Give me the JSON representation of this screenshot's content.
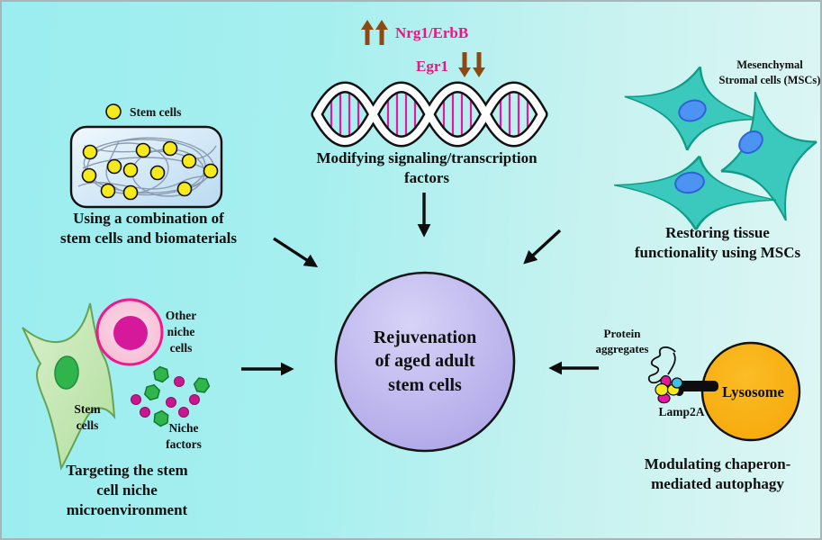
{
  "colors": {
    "background_left": "#9BEDEF",
    "background_right": "#DDF6F4",
    "accent_pink": "#EC1582",
    "arrow_brown": "#8C4A12",
    "dna_rung_magenta": "#E6199B",
    "stem_cell_yellow": "#F6EA1C",
    "msc_teal": "#3BC9BE",
    "nucleus_blue": "#4D94F2",
    "niche_green": "#2FB54C",
    "niche_magenta": "#C9188F",
    "lysosome_orange": "#F9AC06",
    "center_circle_purple": "#B3AAE9"
  },
  "top_center": {
    "up_arrows_icon": "double-up-arrow",
    "up_label": "Nrg1/ErbB",
    "down_label": "Egr1",
    "down_arrows_icon": "double-down-arrow",
    "dna_icon": "dna-double-helix",
    "caption": "Modifying signaling/transcription\nfactors"
  },
  "top_left": {
    "legend_label": "Stem cells",
    "caption": "Using a combination of\nstem cells and biomaterials"
  },
  "top_right": {
    "cells_label": "Mesenchymal\nStromal cells (MSCs)",
    "caption": "Restoring tissue\nfunctionality using MSCs"
  },
  "center": {
    "label": "Rejuvenation\nof aged adult\nstem cells"
  },
  "left_niche": {
    "stem_cell_label": "Stem\ncells",
    "other_niche_label": "Other\nniche\ncells",
    "niche_factors_label": "Niche\nfactors",
    "caption": "Targeting the stem\ncell niche\nmicroenvironment"
  },
  "right_autophagy": {
    "protein_label": "Protein\naggregates",
    "lamp2a_label": "Lamp2A",
    "lysosome_label": "Lysosome",
    "caption": "Modulating chaperon-\nmediated autophagy"
  }
}
